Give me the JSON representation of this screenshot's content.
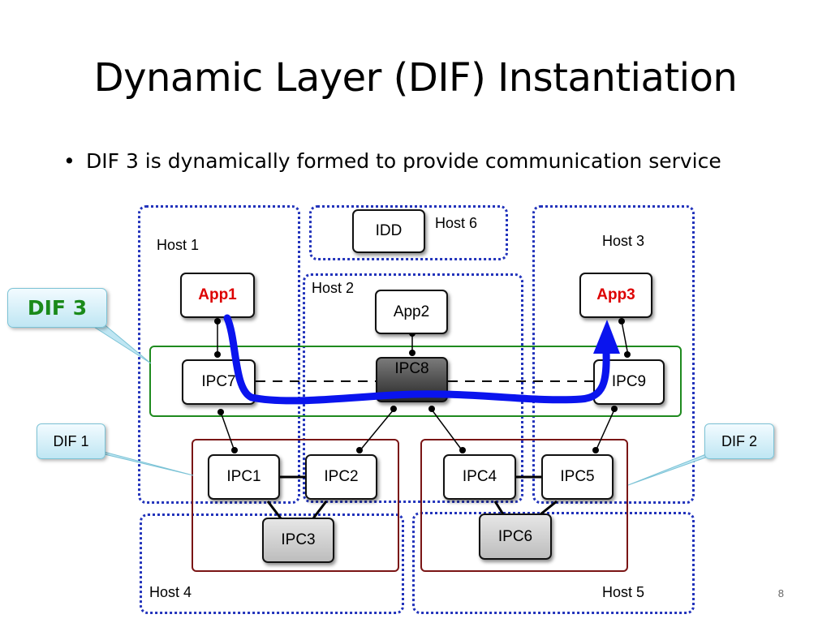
{
  "title": "Dynamic Layer (DIF) Instantiation",
  "bullet": "DIF 3 is dynamically formed to provide communication service",
  "hosts": {
    "host1": "Host 1",
    "host2": "Host 2",
    "host3": "Host 3",
    "host4": "Host 4",
    "host5": "Host 5",
    "host6": "Host 6"
  },
  "nodes": {
    "idd": "IDD",
    "app1": "App1",
    "app2": "App2",
    "app3": "App3",
    "ipc1": "IPC1",
    "ipc2": "IPC2",
    "ipc3": "IPC3",
    "ipc4": "IPC4",
    "ipc5": "IPC5",
    "ipc6": "IPC6",
    "ipc7": "IPC7",
    "ipc8": "IPC8",
    "ipc9": "IPC9"
  },
  "callouts": {
    "dif3": "DIF 3",
    "dif1": "DIF 1",
    "dif2": "DIF 2"
  },
  "colors": {
    "host_border": "#2233bb",
    "dif3_border": "#1e8a1e",
    "dif12_border": "#7a1515",
    "flow_arrow": "#0a14ee",
    "app_text": "#dd0000",
    "dif3_label": "#1a8a1a"
  },
  "page_number": "8"
}
